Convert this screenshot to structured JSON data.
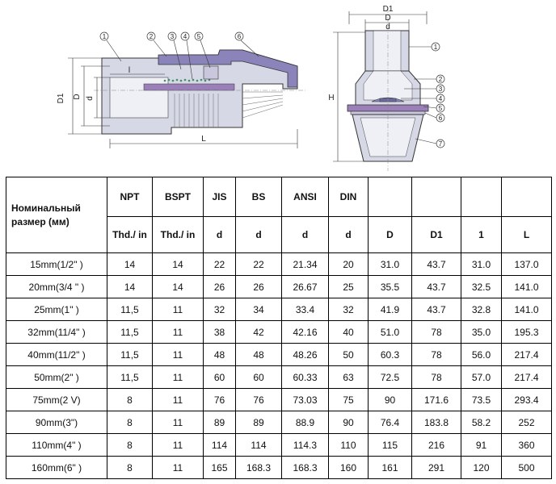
{
  "drawing_left": {
    "callouts": [
      "1",
      "2",
      "3",
      "4",
      "5",
      "6"
    ],
    "dim_labels": {
      "outer": "D1",
      "mid": "D",
      "inner": "d",
      "length": "L",
      "insert": "l"
    }
  },
  "drawing_right": {
    "callouts": [
      "1",
      "2",
      "3",
      "4",
      "5",
      "6",
      "7"
    ],
    "dim_labels": {
      "outer": "D1",
      "mid": "D",
      "inner": "d",
      "height": "H"
    }
  },
  "table": {
    "header_name": "Номинальный размер (мм)",
    "standards": [
      "NPT",
      "BSPT",
      "JIS",
      "BS",
      "ANSI",
      "DIN"
    ],
    "subheaders": [
      "Thd./ in",
      "Thd./ in",
      "d",
      "d",
      "d",
      "d",
      "D",
      "D1",
      "1",
      "L"
    ],
    "rows": [
      {
        "size": "15mm(1/2\" )",
        "cells": [
          "14",
          "14",
          "22",
          "22",
          "21.34",
          "20",
          "31.0",
          "43.7",
          "31.0",
          "137.0"
        ]
      },
      {
        "size": "20mm(3/4 \" )",
        "cells": [
          "14",
          "14",
          "26",
          "26",
          "26.67",
          "25",
          "35.5",
          "43.7",
          "32.5",
          "141.0"
        ]
      },
      {
        "size": "25mm(1\" )",
        "cells": [
          "11,5",
          "11",
          "32",
          "34",
          "33.4",
          "32",
          "41.9",
          "43.7",
          "32.8",
          "141.0"
        ]
      },
      {
        "size": "32mm(11/4\" )",
        "cells": [
          "11,5",
          "11",
          "38",
          "42",
          "42.16",
          "40",
          "51.0",
          "78",
          "35.0",
          "195.3"
        ]
      },
      {
        "size": "40mm(11/2\" )",
        "cells": [
          "11,5",
          "11",
          "48",
          "48",
          "48.26",
          "50",
          "60.3",
          "78",
          "56.0",
          "217.4"
        ]
      },
      {
        "size": "50mm(2\" )",
        "cells": [
          "11,5",
          "11",
          "60",
          "60",
          "60.33",
          "63",
          "72.5",
          "78",
          "57.0",
          "217.4"
        ]
      },
      {
        "size": "75mm(2 V)",
        "cells": [
          "8",
          "11",
          "76",
          "76",
          "73.03",
          "75",
          "90",
          "171.6",
          "73.5",
          "293.4"
        ]
      },
      {
        "size": "90mm(3\")",
        "cells": [
          "8",
          "11",
          "89",
          "89",
          "88.9",
          "90",
          "76.4",
          "183.8",
          "58.2",
          "252"
        ]
      },
      {
        "size": "110mm(4\" )",
        "cells": [
          "8",
          "11",
          "114",
          "114",
          "114.3",
          "110",
          "115",
          "216",
          "91",
          "360"
        ]
      },
      {
        "size": "160mm(6\" )",
        "cells": [
          "8",
          "11",
          "165",
          "168.3",
          "168.3",
          "160",
          "161",
          "291",
          "120",
          "500"
        ]
      }
    ]
  }
}
